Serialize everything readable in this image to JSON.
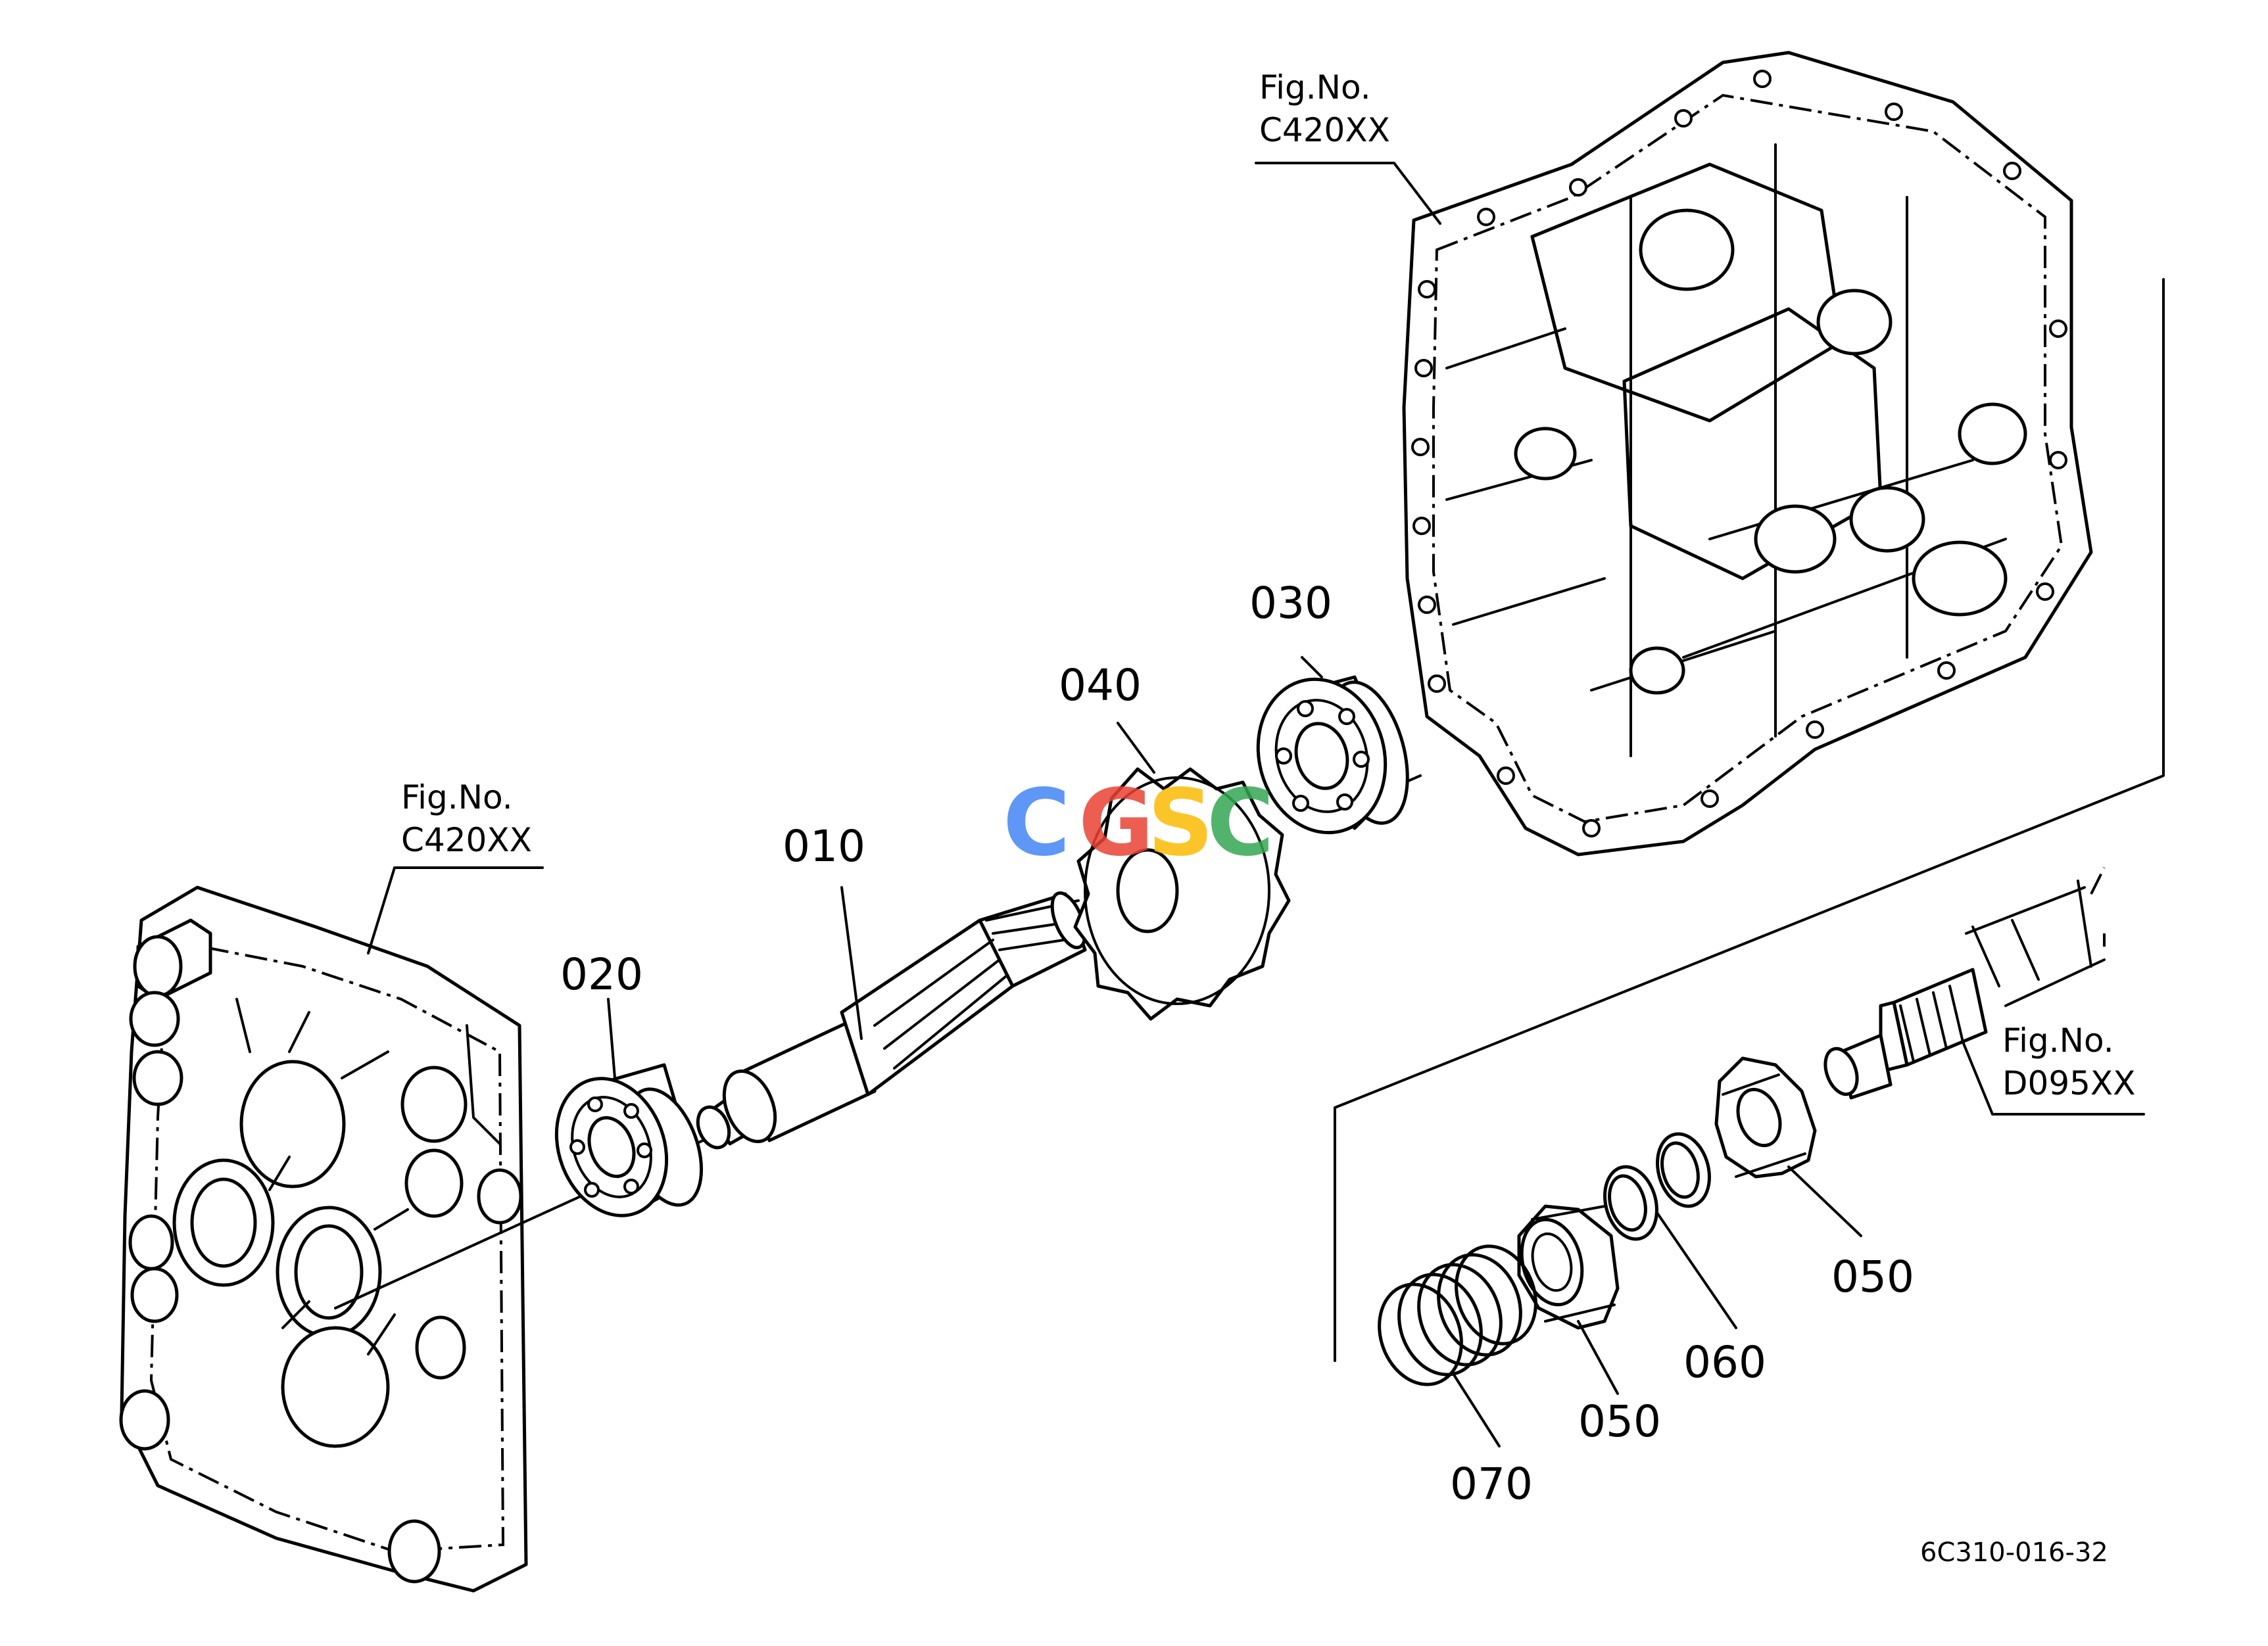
{
  "figure_refs": [
    {
      "label": "Fig.No.",
      "code": "C420XX"
    },
    {
      "label": "Fig.No.",
      "code": "C420XX"
    },
    {
      "label": "Fig.No.",
      "code": "D095XX"
    }
  ],
  "parts": {
    "p010": "010",
    "p020": "020",
    "p030": "030",
    "p040": "040",
    "p050a": "050",
    "p050b": "050",
    "p060": "060",
    "p070": "070"
  },
  "diagram_code": "6C310-016-32",
  "watermark": {
    "letters": [
      "C",
      "G",
      "S",
      "C"
    ],
    "colors": [
      "#4285F4",
      "#EA4335",
      "#FBBC05",
      "#34A853"
    ]
  }
}
